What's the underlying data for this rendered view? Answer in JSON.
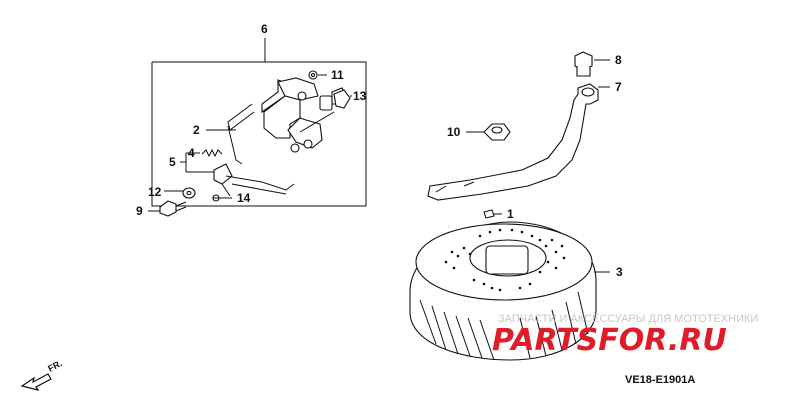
{
  "callouts": {
    "c1": "1",
    "c2": "2",
    "c3": "3",
    "c4": "4",
    "c5": "5",
    "c6": "6",
    "c7": "7",
    "c8": "8",
    "c9": "9",
    "c10": "10",
    "c11": "11",
    "c12": "12",
    "c13": "13",
    "c14": "14"
  },
  "diagram_code": "VE18-E1901A",
  "direction_label": "FR.",
  "watermark": {
    "text": "ЗАПЧАСТИ И АКСЕССУАРЫ ДЛЯ МОТОТЕХНИКИ",
    "logo": "PARTSFOR.RU"
  }
}
